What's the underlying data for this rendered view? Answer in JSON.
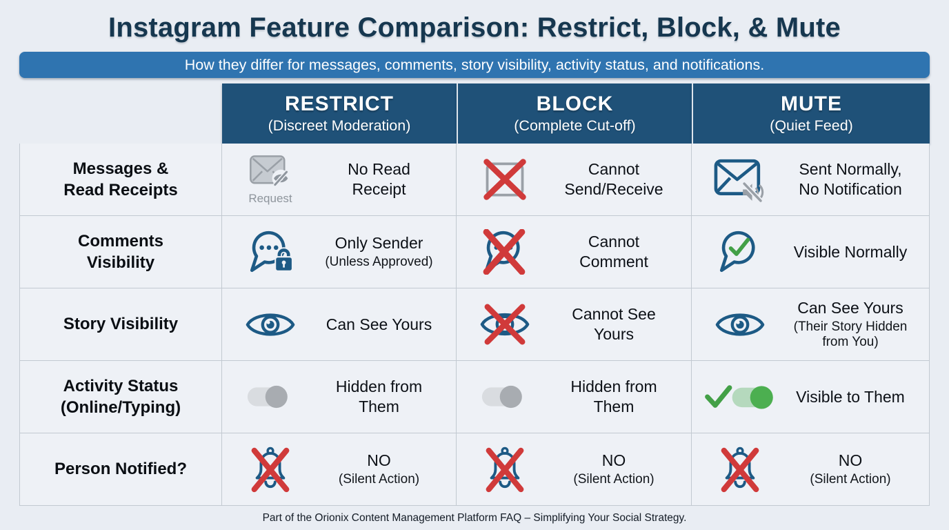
{
  "page": {
    "title": "Instagram Feature Comparison: Restrict, Block, & Mute",
    "subtitle": "How they differ for messages, comments, story visibility, activity status, and notifications.",
    "footer": "Part of the Orionix Content Management Platform FAQ – Simplifying Your Social Strategy."
  },
  "colors": {
    "title_navy": "#16374f",
    "subtitle_bar_blue": "#2f74b0",
    "header_blue": "#1f5178",
    "icon_blue": "#1d5a85",
    "cross_red": "#d03a3a",
    "check_green": "#43a047",
    "muted_gray": "#9aa0a7",
    "cell_background": "#eef1f6",
    "page_background": "#e9edf3"
  },
  "table": {
    "columns": [
      {
        "name": "RESTRICT",
        "tagline": "(Discreet Moderation)"
      },
      {
        "name": "BLOCK",
        "tagline": "(Complete Cut-off)"
      },
      {
        "name": "MUTE",
        "tagline": "(Quiet Feed)"
      }
    ],
    "rows": [
      {
        "label": "Messages &\nRead Receipts",
        "cells": [
          {
            "icon": "envelope-request-hidden-icon",
            "icon_caption": "Request",
            "text": "No Read\nReceipt",
            "sub": ""
          },
          {
            "icon": "envelope-blocked-icon",
            "text": "Cannot\nSend/Receive",
            "sub": ""
          },
          {
            "icon": "envelope-muted-icon",
            "text": "Sent Normally,\nNo Notification",
            "sub": ""
          }
        ]
      },
      {
        "label": "Comments\nVisibility",
        "cells": [
          {
            "icon": "comment-locked-icon",
            "text": "Only Sender",
            "sub": "(Unless Approved)"
          },
          {
            "icon": "comment-blocked-icon",
            "text": "Cannot\nComment",
            "sub": ""
          },
          {
            "icon": "comment-approved-icon",
            "text": "Visible Normally",
            "sub": ""
          }
        ]
      },
      {
        "label": "Story Visibility",
        "cells": [
          {
            "icon": "eye-icon",
            "text": "Can See Yours",
            "sub": ""
          },
          {
            "icon": "eye-blocked-icon",
            "text": "Cannot See\nYours",
            "sub": ""
          },
          {
            "icon": "eye-icon",
            "text": "Can See Yours",
            "sub": "(Their Story Hidden\nfrom You)"
          }
        ]
      },
      {
        "label": "Activity Status\n(Online/Typing)",
        "cells": [
          {
            "icon": "toggle-off-icon",
            "text": "Hidden from\nThem",
            "sub": ""
          },
          {
            "icon": "toggle-off-icon",
            "text": "Hidden from\nThem",
            "sub": ""
          },
          {
            "icon": "toggle-on-check-icon",
            "text": "Visible to Them",
            "sub": ""
          }
        ]
      },
      {
        "label": "Person Notified?",
        "cells": [
          {
            "icon": "bell-blocked-icon",
            "text": "NO",
            "sub": "(Silent Action)"
          },
          {
            "icon": "bell-blocked-icon",
            "text": "NO",
            "sub": "(Silent Action)"
          },
          {
            "icon": "bell-blocked-icon",
            "text": "NO",
            "sub": "(Silent Action)"
          }
        ]
      }
    ]
  }
}
